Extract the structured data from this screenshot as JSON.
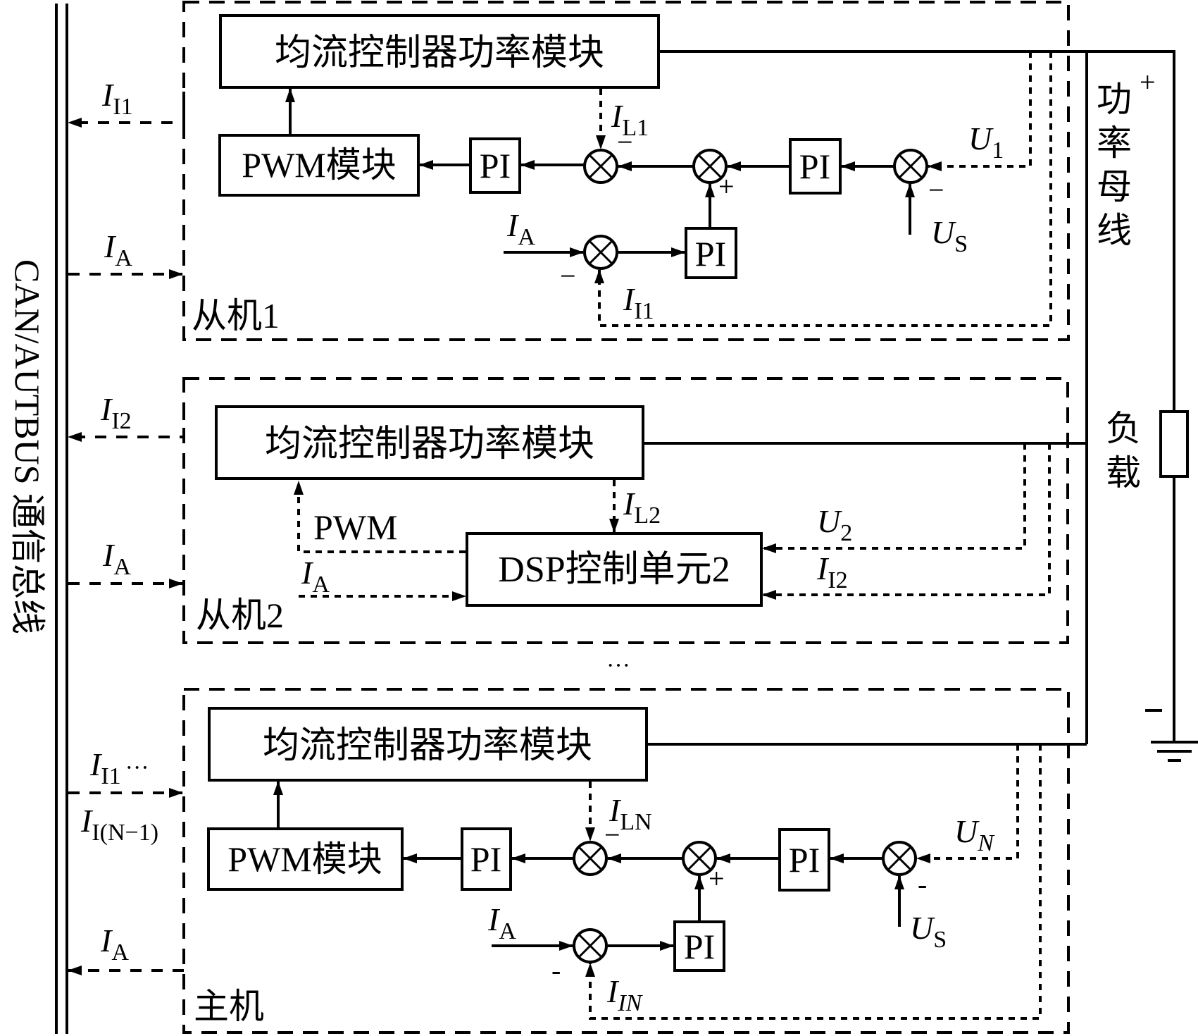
{
  "bus": {
    "can_label": "CAN/AUTBUS 通信总线",
    "power_bus_label": [
      "功",
      "率",
      "母",
      "线"
    ],
    "load_label": [
      "负",
      "载"
    ],
    "plus": "+",
    "minus": "−"
  },
  "slave1": {
    "title": "从机1",
    "power_module": "均流控制器功率模块",
    "pwm_module": "PWM模块",
    "pi": "PI",
    "to_bus": {
      "main": "I",
      "sub": "I1"
    },
    "from_bus": {
      "main": "I",
      "sub": "A"
    },
    "voltage": {
      "main": "U",
      "sub": "1"
    },
    "ref": {
      "main": "U",
      "sub": "S"
    },
    "il": {
      "main": "I",
      "sub": "L1"
    },
    "ia_in": {
      "main": "I",
      "sub": "A"
    },
    "ii_fb": {
      "main": "I",
      "sub": "I1"
    },
    "signs": {
      "il": "−",
      "plus": "+",
      "us": "−",
      "ia": "−"
    }
  },
  "slave2": {
    "title": "从机2",
    "power_module": "均流控制器功率模块",
    "dsp": "DSP控制单元2",
    "pwm_label": "PWM",
    "to_bus": {
      "main": "I",
      "sub": "I2"
    },
    "from_bus": {
      "main": "I",
      "sub": "A"
    },
    "il": {
      "main": "I",
      "sub": "L2"
    },
    "ia_in": {
      "main": "I",
      "sub": "A"
    },
    "voltage": {
      "main": "U",
      "sub": "2"
    },
    "ii_fb": {
      "main": "I",
      "sub": "I2"
    }
  },
  "ellipsis": "···",
  "master": {
    "title": "主机",
    "power_module": "均流控制器功率模块",
    "pwm_module": "PWM模块",
    "pi": "PI",
    "from_bus": {
      "main": "I",
      "sub": "I1",
      "tail": "···"
    },
    "from_bus2": {
      "main": "I",
      "sub": "I(N−1)"
    },
    "to_bus": {
      "main": "I",
      "sub": "A"
    },
    "voltage": {
      "main": "U",
      "sub": "N"
    },
    "ref": {
      "main": "U",
      "sub": "S"
    },
    "il": {
      "main": "I",
      "sub": "LN"
    },
    "ia_in": {
      "main": "I",
      "sub": "A"
    },
    "ii_fb": {
      "main": "I",
      "sub": "IN"
    },
    "signs": {
      "il": "−",
      "plus": "+",
      "us": "-",
      "ia": "-"
    }
  }
}
